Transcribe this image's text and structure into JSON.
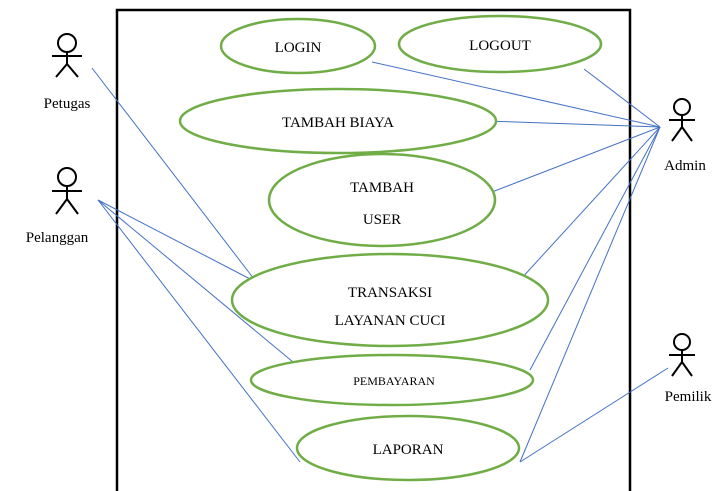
{
  "actors": {
    "petugas": "Petugas",
    "pelanggan": "Pelanggan",
    "admin": "Admin",
    "pemilik": "Pemilik"
  },
  "use_cases": {
    "login": "LOGIN",
    "logout": "LOGOUT",
    "tambah_biaya": "TAMBAH BIAYA",
    "tambah_user": [
      "TAMBAH",
      "USER"
    ],
    "transaksi": [
      "TRANSAKSI",
      "LAYANAN CUCI"
    ],
    "pembayaran": "PEMBAYARAN",
    "laporan": "LAPORAN"
  },
  "colors": {
    "ellipse_stroke": "#70ad47",
    "association_line": "#4472c4",
    "boundary": "#000000"
  }
}
